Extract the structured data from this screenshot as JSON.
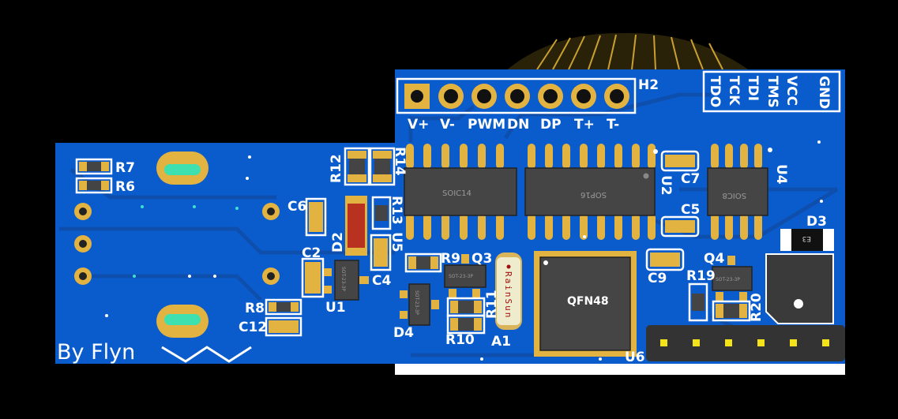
{
  "board": {
    "signature": "By Flyn",
    "colors": {
      "board": "#0a5ccc",
      "copper": "#e3b341",
      "silkscreen": "#ffffff",
      "ic": "#454545",
      "background": "#000000"
    }
  },
  "header_h2": {
    "ref": "H2",
    "pins": [
      "V+",
      "V-",
      "PWM",
      "DN",
      "DP",
      "T+",
      "T-"
    ]
  },
  "jtag": {
    "pins": [
      "TDO",
      "TCK",
      "TDI",
      "TMS",
      "VCC",
      "GND"
    ]
  },
  "packages": {
    "soic14": "SOIC14",
    "sop16": "SOP16",
    "soic8": "SOIC8",
    "qfn48": "QFN48",
    "sot": "SOT-23-3P",
    "diode_mark": "E3",
    "crystal": "RainSun"
  },
  "labels": {
    "R7": "R7",
    "R6": "R6",
    "R12": "R12",
    "R14": "R14",
    "R13": "R13",
    "C6": "C6",
    "D2": "D2",
    "C2": "C2",
    "U5": "U5",
    "C4": "C4",
    "U1": "U1",
    "R8": "R8",
    "C12": "C12",
    "R9": "R9",
    "Q3": "Q3",
    "D4": "D4",
    "R10": "R10",
    "R11": "R11",
    "A1": "A1",
    "C9": "C9",
    "Q4": "Q4",
    "R19": "R19",
    "R20": "R20",
    "U6": "U6",
    "D3": "D3",
    "C5": "C5",
    "C7": "C7",
    "U2": "U2",
    "U4": "U4"
  }
}
